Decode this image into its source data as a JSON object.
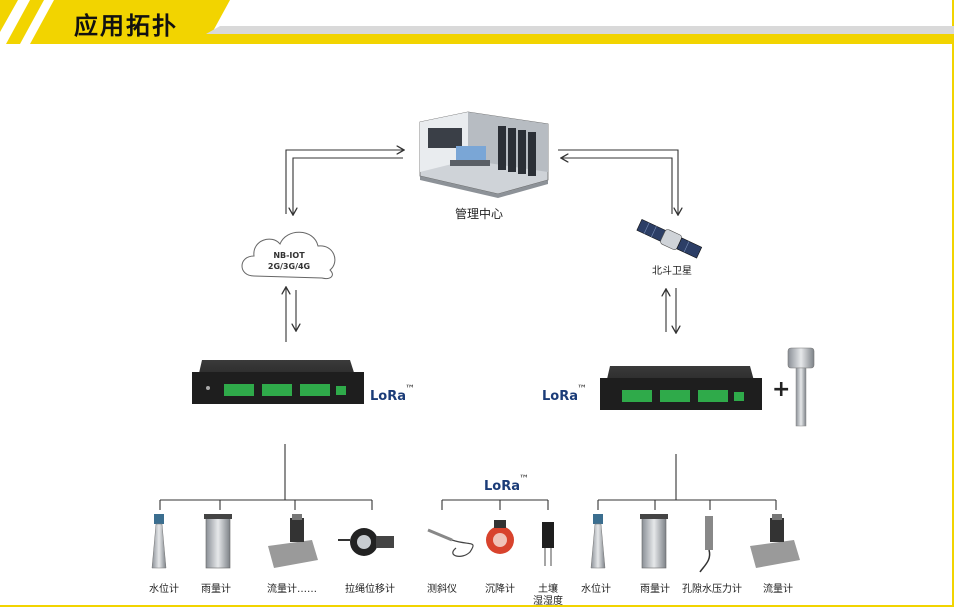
{
  "header": {
    "title": "应用拓扑"
  },
  "center": {
    "label": "管理中心"
  },
  "cloud": {
    "line1": "NB-IOT",
    "line2": "2G/3G/4G"
  },
  "satellite": {
    "label": "北斗卫星"
  },
  "lora": {
    "text": "LoRa",
    "tm": "™"
  },
  "plus": "+",
  "sensors_left": [
    "水位计",
    "雨量计",
    "流量计……",
    "拉绳位移计"
  ],
  "sensors_mid": [
    "测斜仪",
    "沉降计",
    "土壤",
    "湿湿度"
  ],
  "sensors_right": [
    "水位计",
    "雨量计",
    "孔隙水压力计",
    "流量计"
  ],
  "colors": {
    "accent": "#f2d400",
    "lora_blue": "#1b3c78",
    "device": "#1e1e1e",
    "terminal": "#2faa4a"
  }
}
